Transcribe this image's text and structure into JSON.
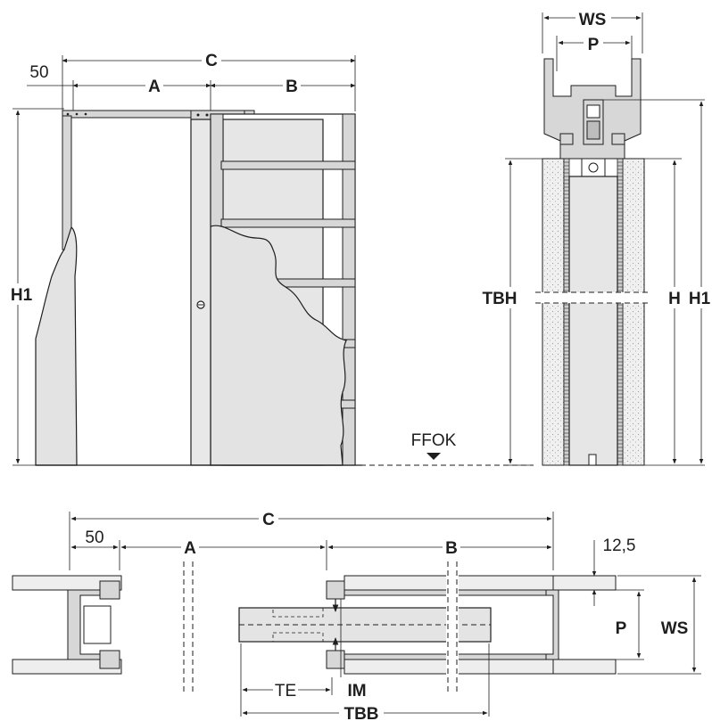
{
  "labels": {
    "front": {
      "c": "C",
      "a": "A",
      "b": "B",
      "fifty": "50",
      "h1": "H1"
    },
    "side": {
      "ws": "WS",
      "p": "P",
      "tbh": "TBH",
      "h": "H",
      "h1": "H1"
    },
    "ffok": "FFOK",
    "plan": {
      "c": "C",
      "fifty": "50",
      "a": "A",
      "b": "B",
      "twelve_five": "12,5",
      "p": "P",
      "ws": "WS",
      "te": "TE",
      "im": "IM",
      "tbb": "TBB"
    }
  }
}
